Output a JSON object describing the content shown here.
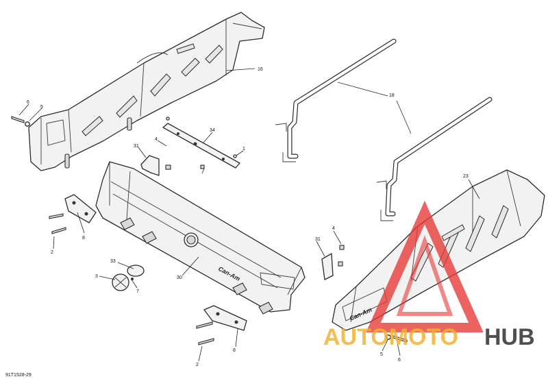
{
  "diagram": {
    "callouts": [
      "16",
      "18",
      "6",
      "5",
      "34",
      "4",
      "1",
      "31",
      "23",
      "8",
      "2",
      "33",
      "3",
      "7",
      "30",
      "31",
      "4",
      "8",
      "2",
      "5",
      "6"
    ],
    "drawing_code": "91T1528-29"
  },
  "watermark": {
    "brand_part1": "AUTOMOTO",
    "brand_part2": "HUB",
    "colors": {
      "triangle": "#e53935",
      "auto": "#f2b233",
      "hub": "#3c3c3c"
    }
  }
}
